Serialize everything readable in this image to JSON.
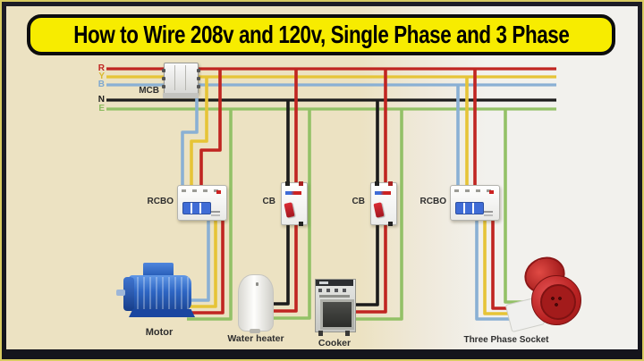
{
  "title": "How to Wire 208v and 120v, Single Phase and 3 Phase",
  "buses": {
    "r": "R",
    "y": "Y",
    "b": "B",
    "n": "N",
    "e": "E"
  },
  "breakers": {
    "mcb": "MCB",
    "rcbo_left": "RCBO",
    "cb_left": "CB",
    "cb_right": "CB",
    "rcbo_right": "RCBO"
  },
  "appliances": {
    "motor": "Motor",
    "water_heater": "Water heater",
    "cooker": "Cooker",
    "socket": "Three Phase Socket"
  },
  "colors": {
    "red": "#c02521",
    "yellow": "#e6c437",
    "blue": "#8ab0d4",
    "black": "#1b1b1b",
    "green": "#93c167",
    "banner_yellow": "#f7ec00",
    "background_cream": "#ece2c2",
    "background_right": "#f2f1ed"
  }
}
